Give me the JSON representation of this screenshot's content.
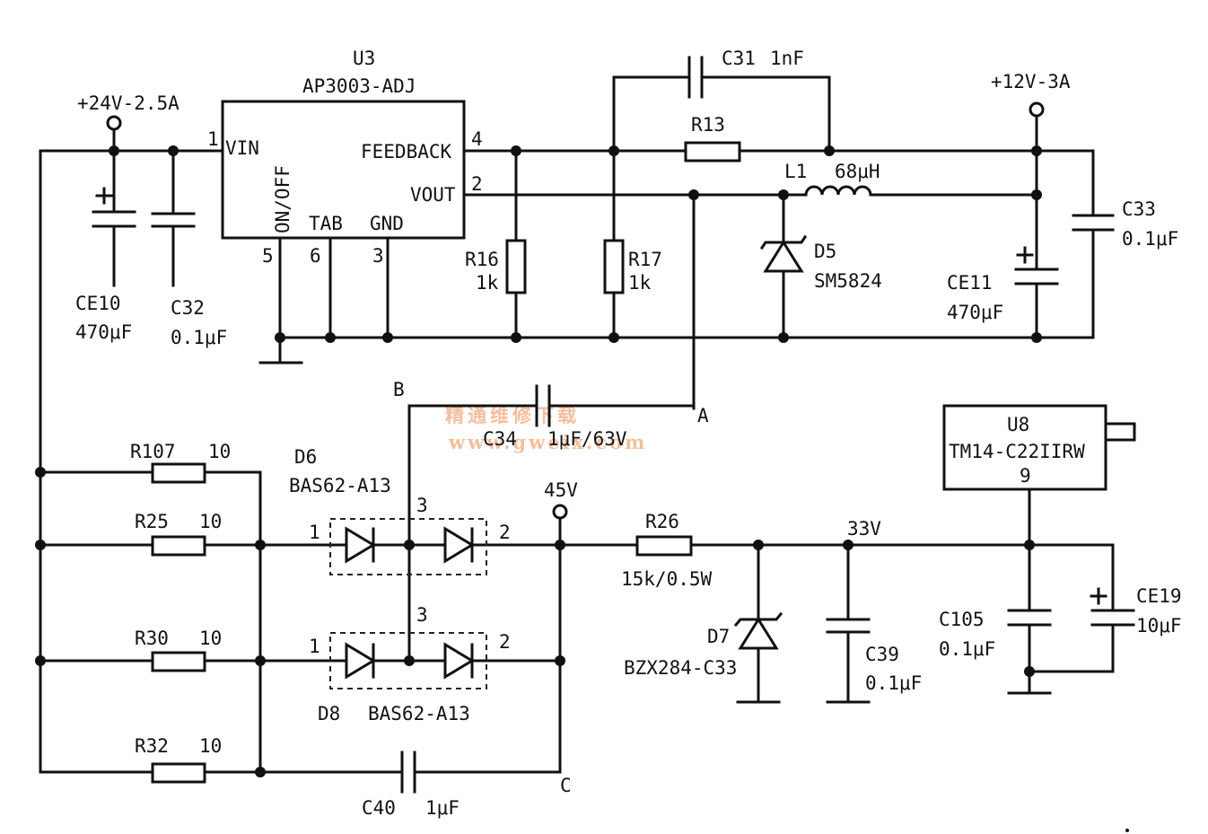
{
  "watermark": {
    "cn": "精通维修下载",
    "url": "www.gweix.com"
  },
  "rails": {
    "in": "+24V-2.5A",
    "out": "+12V-3A",
    "v45": "45V",
    "v33": "33V"
  },
  "nodes": {
    "a": "A",
    "b": "B",
    "c": "C"
  },
  "u3": {
    "ref": "U3",
    "part": "AP3003-ADJ",
    "pins": {
      "vin": "VIN",
      "vin_no": "1",
      "feedback": "FEEDBACK",
      "feedback_no": "4",
      "vout": "VOUT",
      "vout_no": "2",
      "onoff": "ON/OFF",
      "onoff_no": "5",
      "tab": "TAB",
      "tab_no": "6",
      "gnd": "GND",
      "gnd_no": "3"
    }
  },
  "u8": {
    "ref": "U8",
    "part": "TM14-C22IIRW",
    "pin": "9"
  },
  "parts": {
    "ce10": {
      "ref": "CE10",
      "value": "470μF"
    },
    "c32": {
      "ref": "C32",
      "value": "0.1μF"
    },
    "c31": {
      "ref": "C31",
      "value": "1nF"
    },
    "r13": {
      "ref": "R13"
    },
    "r16": {
      "ref": "R16",
      "value": "1k"
    },
    "r17": {
      "ref": "R17",
      "value": "1k"
    },
    "l1": {
      "ref": "L1",
      "value": "68μH"
    },
    "d5": {
      "ref": "D5",
      "part": "SM5824"
    },
    "ce11": {
      "ref": "CE11",
      "value": "470μF"
    },
    "c33": {
      "ref": "C33",
      "value": "0.1μF"
    },
    "c34": {
      "ref": "C34",
      "value": "1μF/63V"
    },
    "r107": {
      "ref": "R107",
      "value": "10"
    },
    "r25": {
      "ref": "R25",
      "value": "10"
    },
    "r30": {
      "ref": "R30",
      "value": "10"
    },
    "r32": {
      "ref": "R32",
      "value": "10"
    },
    "d6": {
      "ref": "D6",
      "part": "BAS62-A13",
      "pin1": "1",
      "pin2": "2",
      "pin3": "3"
    },
    "d8": {
      "ref": "D8",
      "part": "BAS62-A13",
      "pin1": "1",
      "pin2": "2",
      "pin3": "3"
    },
    "r26": {
      "ref": "R26",
      "value": "15k/0.5W"
    },
    "d7": {
      "ref": "D7",
      "part": "BZX284-C33"
    },
    "c39": {
      "ref": "C39",
      "value": "0.1μF"
    },
    "c105": {
      "ref": "C105",
      "value": "0.1μF"
    },
    "ce19": {
      "ref": "CE19",
      "value": "10μF"
    },
    "c40": {
      "ref": "C40",
      "value": "1μF"
    }
  }
}
